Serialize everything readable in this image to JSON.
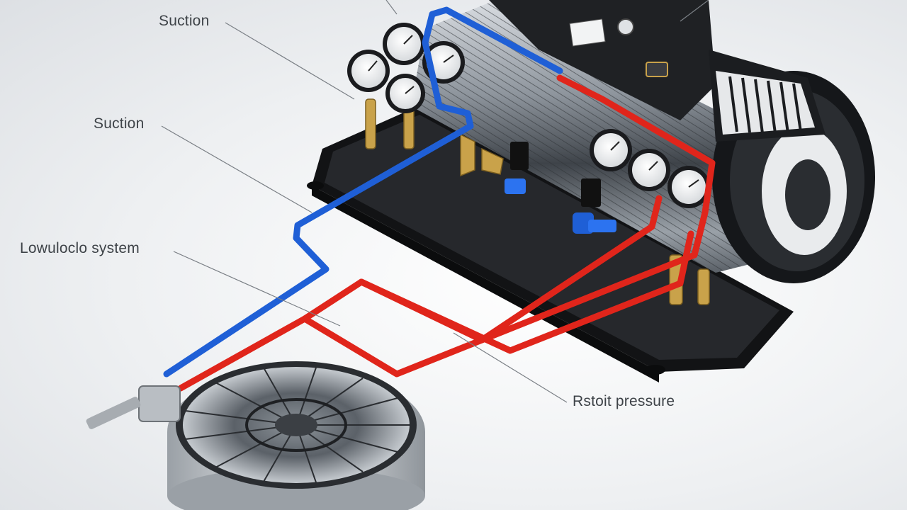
{
  "labels": {
    "suction_top": "Suction",
    "suction_mid": "Suction",
    "low_side": "Lowuloclo system",
    "high_pressure": "Rstoit pressure"
  },
  "colors": {
    "suction_line": "#1f5fd6",
    "discharge_line": "#e0251b",
    "base_plate": "#1c1d20",
    "leader_line": "#7a7f85",
    "gauge_face": "#f4f5f6",
    "brass": "#c9a24a"
  },
  "icons": [
    "pressure-gauge-icon",
    "fan-icon",
    "valve-icon"
  ]
}
